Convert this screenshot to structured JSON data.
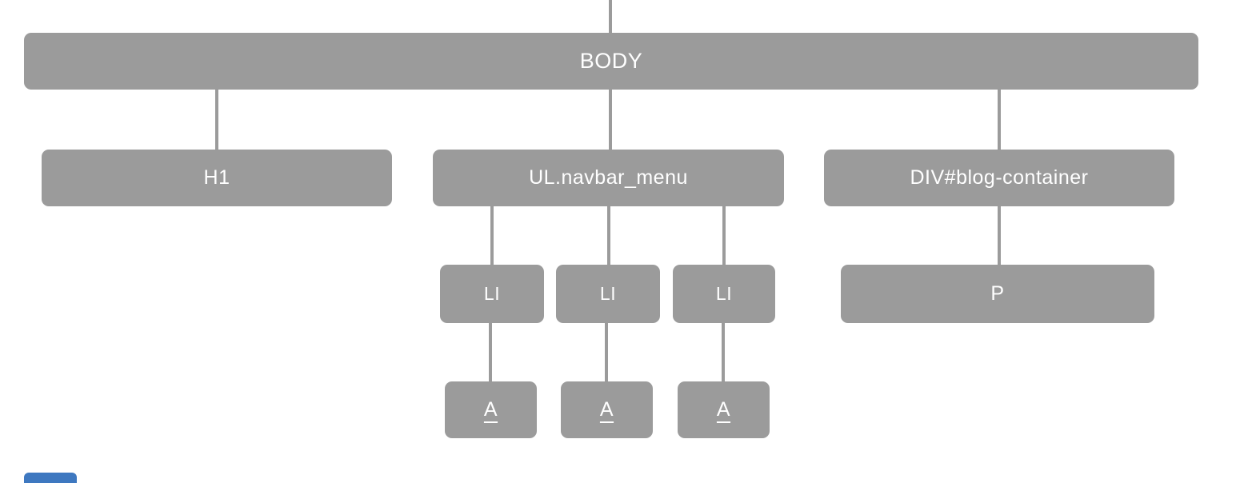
{
  "diagram": {
    "type": "dom-tree",
    "tree": {
      "label": "BODY",
      "children": [
        {
          "label": "H1",
          "children": []
        },
        {
          "label": "UL.navbar_menu",
          "children": [
            {
              "label": "LI",
              "children": [
                {
                  "label": "A"
                }
              ]
            },
            {
              "label": "LI",
              "children": [
                {
                  "label": "A"
                }
              ]
            },
            {
              "label": "LI",
              "children": [
                {
                  "label": "A"
                }
              ]
            }
          ]
        },
        {
          "label": "DIV#blog-container",
          "children": [
            {
              "label": "P",
              "children": []
            }
          ]
        }
      ]
    },
    "notes": {
      "parent_connector_cutoff_top": true,
      "partial_blue_element_bottom_left": true,
      "link_labels_underlined": true
    },
    "colors": {
      "node_bg": "#9B9B9B",
      "node_text": "#FFFFFF",
      "connector": "#9B9B9B",
      "partial_element": "#3E78C0",
      "page_bg": "#FFFFFF"
    }
  }
}
